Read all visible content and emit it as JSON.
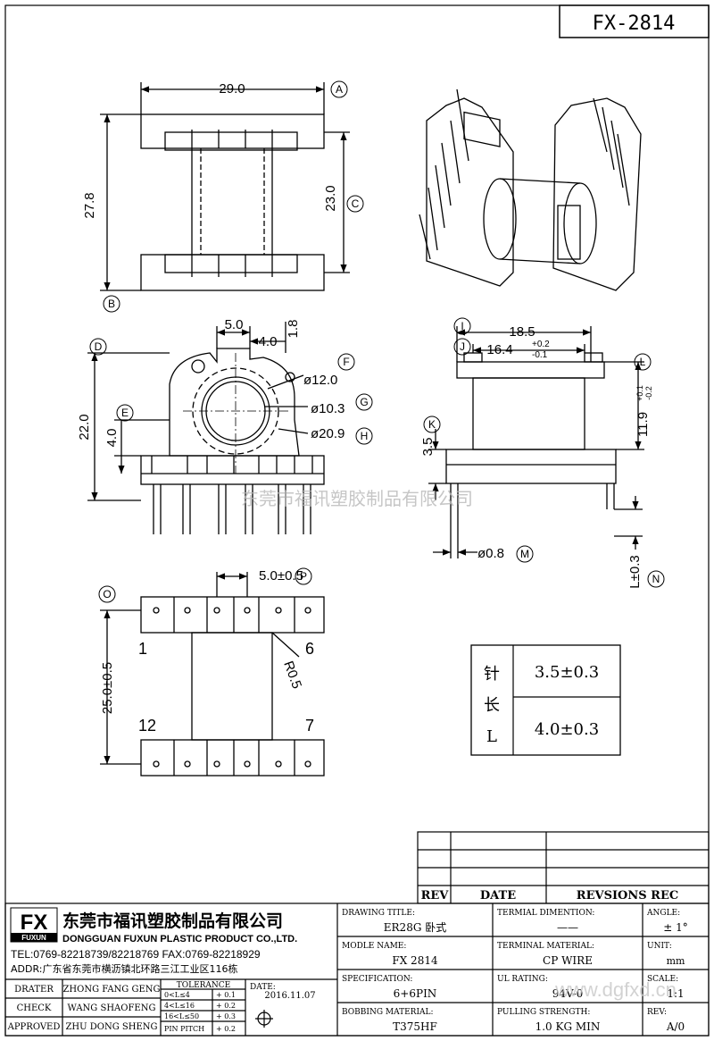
{
  "title": "FX-2814",
  "watermark": "东莞市福讯塑胶制品有限公司",
  "dims": {
    "width": "29.0",
    "height": "27.8",
    "inner": "23.0",
    "flange_w": "5.0",
    "flange_x": "4.0",
    "gap": "1.8",
    "d_outer_slot": "ø12.0",
    "d_inner": "ø10.3",
    "d_outer": "ø20.9",
    "total_h": "22.0",
    "base_h": "4.0",
    "len_outer": "18.5",
    "len_inner": "16.4",
    "tol_up": "+0.2",
    "tol_dn": "-0.1",
    "side_h": "11.9",
    "side_tol_up": "+0.1",
    "side_tol_dn": "-0.2",
    "pin_h": "3.5",
    "pin_d": "ø0.8",
    "pin_len": "L±0.3",
    "pitch": "5.0±0.5",
    "row_gap": "25.0±0.5",
    "radius": "R0.5"
  },
  "ref_labels": [
    "A",
    "B",
    "C",
    "D",
    "E",
    "F",
    "G",
    "H",
    "I",
    "J",
    "K",
    "L",
    "M",
    "N",
    "O",
    "P"
  ],
  "pin_numbers": {
    "p1": "1",
    "p6": "6",
    "p12": "12",
    "p7": "7"
  },
  "pin_table": {
    "head1": "针",
    "head2": "长",
    "head3": "L",
    "v1": "3.5±0.3",
    "v2": "4.0±0.3"
  },
  "rev_table": {
    "rev": "REV",
    "date": "DATE",
    "rec": "REVSIONS REC"
  },
  "company": {
    "logo": "FX",
    "logo_sub": "FUXUN",
    "name_cn": "东莞市福讯塑胶制品有限公司",
    "name_en": "DONGGUAN FUXUN PLASTIC PRODUCT CO.,LTD.",
    "tel": "TEL:0769-82218739/82218769 FAX:0769-82218929",
    "addr": "ADDR:广东省东莞市横沥镇北环路三江工业区116栋"
  },
  "approvals": {
    "drater_l": "DRATER",
    "drater_v": "ZHONG FANG GENG",
    "check_l": "CHECK",
    "check_v": "WANG SHAOFENG",
    "appr_l": "APPROVED",
    "appr_v": "ZHU DONG SHENG"
  },
  "tolerance": {
    "head": "TOLERANCE",
    "r1": "0<L≤4",
    "r1v": "+ 0.1",
    "r2": "4<L≤16",
    "r2v": "+ 0.2",
    "r3": "16<L≤50",
    "r3v": "+ 0.3",
    "r4": "PIN PITCH",
    "r4v": "+ 0.2"
  },
  "date_l": "DATE:",
  "date_v": "2016.11.07",
  "fields": {
    "drawing_title_l": "DRAWING TITLE:",
    "drawing_title_v": "ER28G 卧式",
    "term_dim_l": "TERMIAL DIMENTION:",
    "term_dim_v": "——",
    "angle_l": "ANGLE:",
    "angle_v": "± 1°",
    "model_l": "MODLE NAME:",
    "model_v": "FX 2814",
    "term_mat_l": "TERMINAL MATERIAL:",
    "term_mat_v": "CP WIRE",
    "unit_l": "UNIT:",
    "unit_v": "mm",
    "spec_l": "SPECIFICATION:",
    "spec_v": "6+6PIN",
    "ul_l": "UL RATING:",
    "ul_v": "94V-0",
    "scale_l": "SCALE:",
    "scale_v": "1:1",
    "bob_l": "BOBBING MATERIAL:",
    "bob_v": "T375HF",
    "pull_l": "PULLING STRENGTH:",
    "pull_v": "1.0 KG MIN",
    "rev_l": "REV:",
    "rev_v": "A/0"
  },
  "site_watermark": "www.dgfxd.cn"
}
